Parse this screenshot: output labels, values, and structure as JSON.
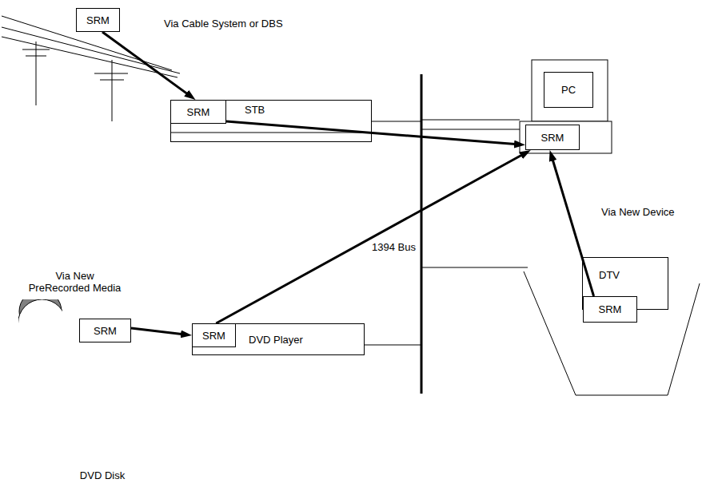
{
  "diagram": {
    "nodes": [
      {
        "text": [
          "SRM"
        ]
      },
      {
        "text": [
          "STB"
        ]
      },
      {
        "text": [
          "SRM"
        ],
        "in": 1
      },
      {
        "text": [
          "PC"
        ]
      },
      {
        "text": [
          "SRM"
        ]
      },
      {
        "text": [
          "DTV"
        ]
      },
      {
        "text": [
          "SRM"
        ]
      },
      {
        "text": [
          "DVD Player"
        ]
      },
      {
        "text": [
          "SRM"
        ],
        "in": 7
      },
      {
        "text": [
          "DVD Disk"
        ]
      },
      {
        "text": [
          "SRM"
        ],
        "in": 9
      }
    ],
    "edges": [
      {
        "from": 0,
        "to": 2,
        "arrow": "to"
      },
      {
        "from": 2,
        "to": 4,
        "arrow": "to"
      },
      {
        "from": 8,
        "to": 4,
        "arrow": "to"
      },
      {
        "from": 6,
        "to": 4,
        "arrow": "to"
      },
      {
        "from": 10,
        "to": 8,
        "arrow": "to"
      }
    ],
    "labels": [
      "Via Cable System or DBS",
      "Via New Device",
      "1394 Bus",
      "Via New PreRecorded Media"
    ]
  }
}
